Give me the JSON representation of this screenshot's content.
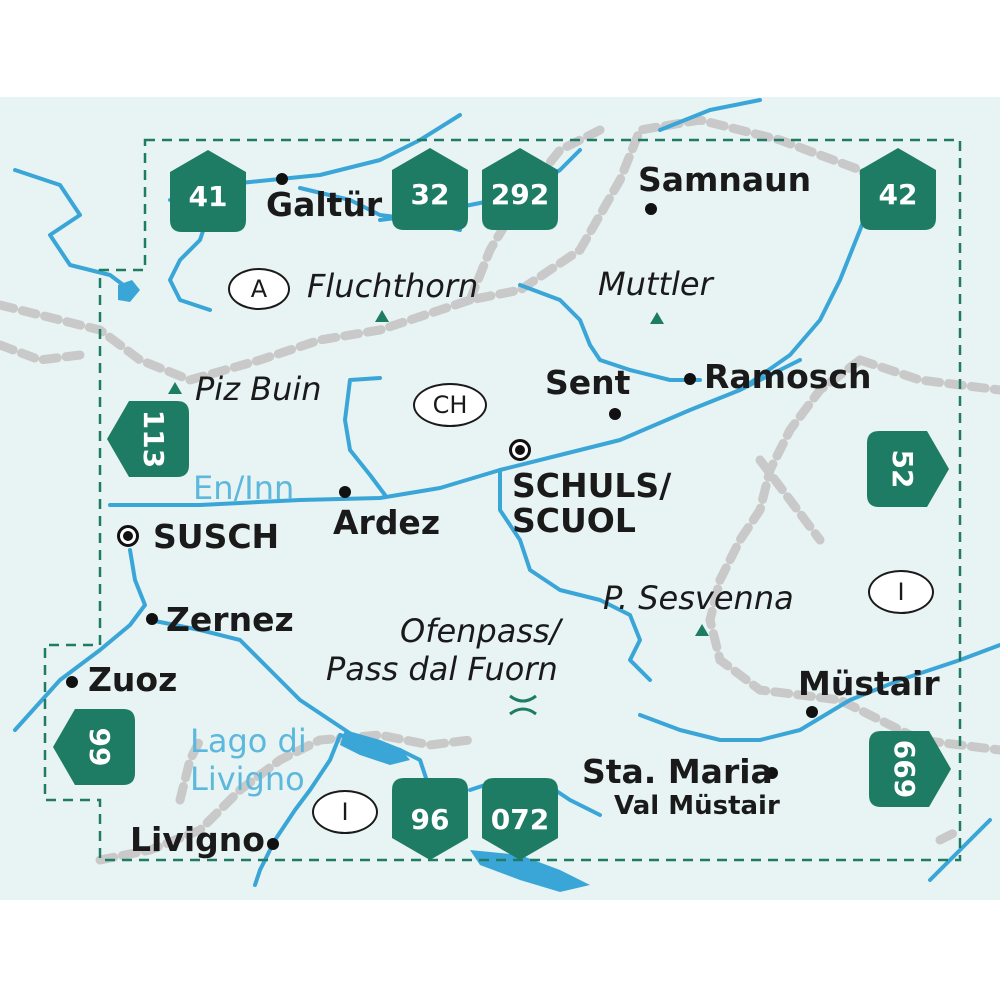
{
  "colors": {
    "background": "#e8f3f3",
    "water": "#3aa6d8",
    "boundary": "#cfcfcf",
    "frame": "#1e7c64",
    "sheet_fill": "#1e7c64",
    "peak": "#1e7c64"
  },
  "countries": {
    "austria": "A",
    "switzerland": "CH",
    "italy_east": "I",
    "italy_south": "I"
  },
  "sheets": {
    "s41": "41",
    "s32": "32",
    "s292": "292",
    "s42": "42",
    "s113": "113",
    "s52": "52",
    "s99": "99",
    "s96": "96",
    "s072": "072",
    "s669": "669"
  },
  "towns": {
    "galtur": "Galtür",
    "samnaun": "Samnaun",
    "sent": "Sent",
    "ramosch": "Ramosch",
    "schuls": "SCHULS/",
    "scuol": "SCUOL",
    "ardez": "Ardez",
    "susch": "SUSCH",
    "zernez": "Zernez",
    "zuoz": "Zuoz",
    "mustair": "Müstair",
    "sta_maria": "Sta. Maria",
    "val_mustair": "Val Müstair",
    "livigno": "Livigno"
  },
  "peaks": {
    "fluchthorn": "Fluchthorn",
    "muttler": "Muttler",
    "piz_buin": "Piz Buin",
    "sesvenna": "P. Sesvenna",
    "ofenpass_1": "Ofenpass/",
    "ofenpass_2": "Pass dal Fuorn"
  },
  "waters": {
    "inn": "En/Inn",
    "lago_1": "Lago di",
    "lago_2": "Livigno"
  },
  "icons": {
    "pass": "pass-icon",
    "peak": "peak-triangle-icon",
    "capital": "district-capital-icon"
  }
}
